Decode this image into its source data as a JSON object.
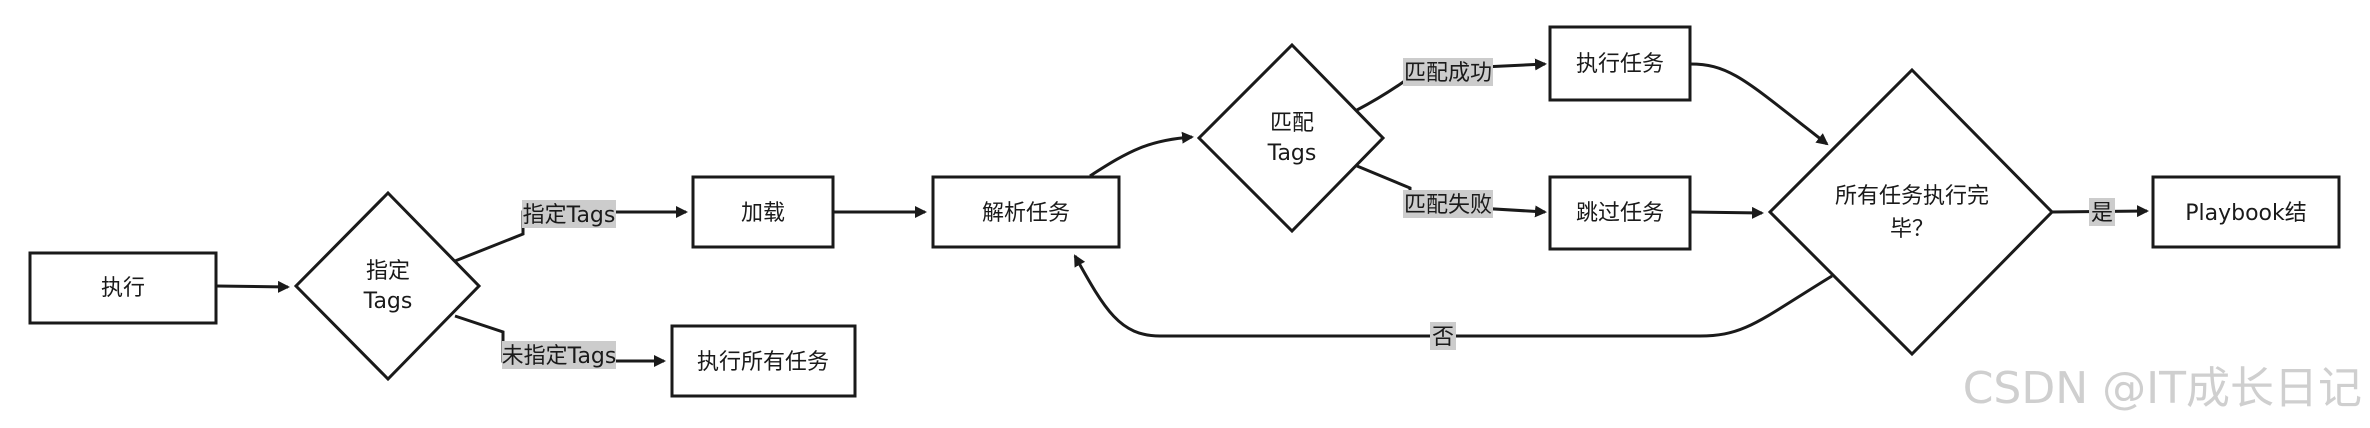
{
  "nodes": {
    "execute": "执行",
    "specify_tags_line1": "指定",
    "specify_tags_line2": "Tags",
    "load": "加载",
    "run_all_tasks": "执行所有任务",
    "parse_tasks": "解析任务",
    "match_tags_line1": "匹配",
    "match_tags_line2": "Tags",
    "run_task": "执行任务",
    "skip_task": "跳过任务",
    "all_done_line1": "所有任务执行完",
    "all_done_line2": "毕？",
    "playbook_end": "Playbook结"
  },
  "edges": {
    "tags_specified": "指定Tags",
    "tags_not_specified": "未指定Tags",
    "match_success": "匹配成功",
    "match_fail": "匹配失败",
    "yes": "是",
    "no": "否"
  },
  "watermark": "CSDN @IT成长日记",
  "colors": {
    "stroke": "#1a1a1a",
    "label_bg": "#cccccc",
    "node_fill": "#ffffff"
  }
}
